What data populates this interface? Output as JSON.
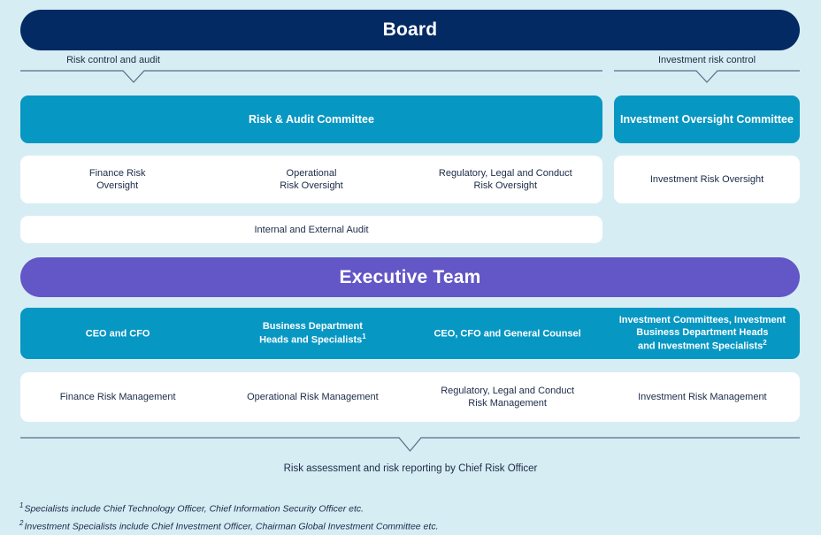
{
  "meta": {
    "background_color": "#d7edf4",
    "navy": "#042a63",
    "cyan": "#0797c3",
    "purple": "#6356c6",
    "white": "#ffffff",
    "line_color": "#5b6b86",
    "text_color": "#1b2a47"
  },
  "board": {
    "title": "Board"
  },
  "connectors": {
    "left_label": "Risk control and audit",
    "right_label": "Investment risk control",
    "bottom_label": "Risk assessment and risk reporting by Chief Risk Officer"
  },
  "committees": {
    "risk_audit": "Risk & Audit Committee",
    "investment_oversight": "Investment Oversight Committee"
  },
  "oversight_row": {
    "left": [
      "Finance Risk\nOversight",
      "Operational\nRisk Oversight",
      "Regulatory, Legal and Conduct\nRisk Oversight"
    ],
    "right": "Investment Risk Oversight"
  },
  "audit_row": {
    "label": "Internal and External Audit"
  },
  "executive": {
    "title": "Executive Team"
  },
  "roles_row": [
    {
      "text": "CEO and CFO",
      "sup": ""
    },
    {
      "text": "Business Department\nHeads and Specialists",
      "sup": "1"
    },
    {
      "text": "CEO, CFO and General Counsel",
      "sup": ""
    },
    {
      "text": "Investment Committees, Investment\nBusiness Department Heads\nand Investment Specialists",
      "sup": "2"
    }
  ],
  "management_row": [
    "Finance Risk Management",
    "Operational Risk Management",
    "Regulatory, Legal and Conduct\nRisk Management",
    "Investment Risk Management"
  ],
  "footnotes": [
    {
      "marker": "1",
      "text": "Specialists include Chief Technology Officer, Chief Information Security Officer etc."
    },
    {
      "marker": "2",
      "text": "Investment Specialists include Chief Investment Officer, Chairman Global Investment Committee etc."
    }
  ]
}
